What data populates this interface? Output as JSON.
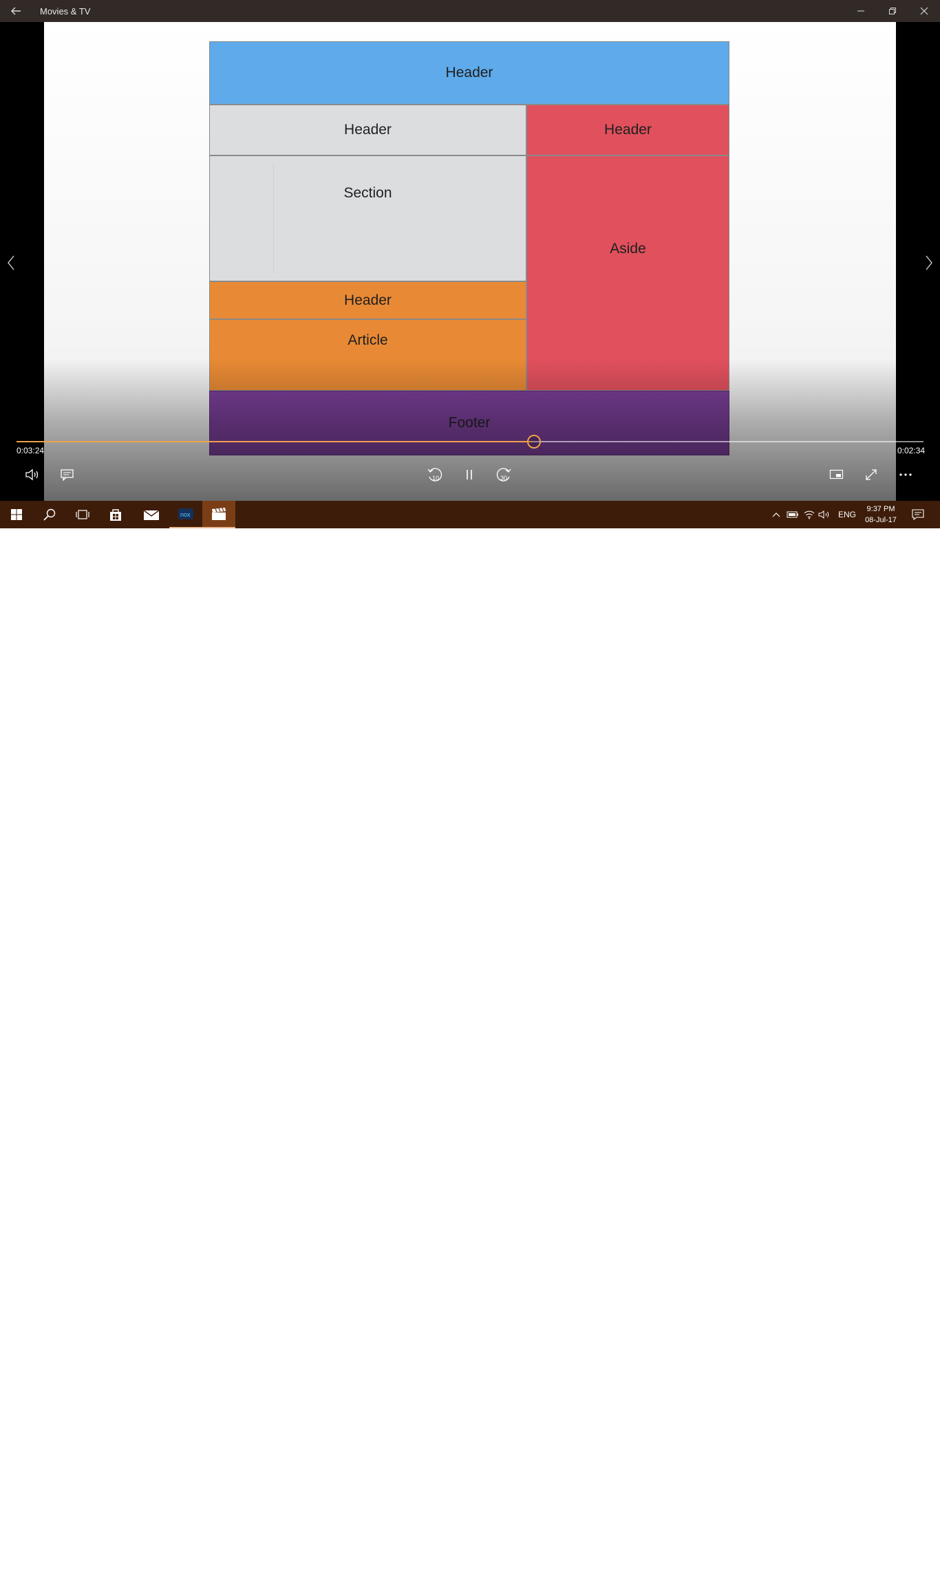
{
  "window": {
    "title": "Movies & TV"
  },
  "video": {
    "blocks": {
      "top_header": "Header",
      "left_header": "Header",
      "right_header": "Header",
      "section": "Section",
      "aside": "Aside",
      "article_header": "Header",
      "article": "Article",
      "footer": "Footer"
    }
  },
  "player": {
    "elapsed": "0:03:24",
    "remaining": "0:02:34",
    "progress_fraction": 0.57,
    "skip_back_label": "10",
    "skip_forward_label": "30",
    "accent_color": "#f0a14a"
  },
  "taskbar": {
    "language": "ENG",
    "time": "9:37 PM",
    "date": "08-Jul-17",
    "nox_label": "nox"
  },
  "icons": [
    "back-arrow-icon",
    "minimize-icon",
    "restore-icon",
    "close-icon",
    "chevron-left-icon",
    "chevron-right-icon",
    "volume-icon",
    "captions-icon",
    "skip-back-icon",
    "pause-icon",
    "skip-forward-icon",
    "mini-view-icon",
    "fullscreen-icon",
    "more-icon",
    "windows-start-icon",
    "search-icon",
    "task-view-icon",
    "store-icon",
    "mail-icon",
    "nox-icon",
    "movies-icon",
    "tray-chevron-icon",
    "battery-icon",
    "network-icon",
    "speaker-icon",
    "notification-icon"
  ]
}
